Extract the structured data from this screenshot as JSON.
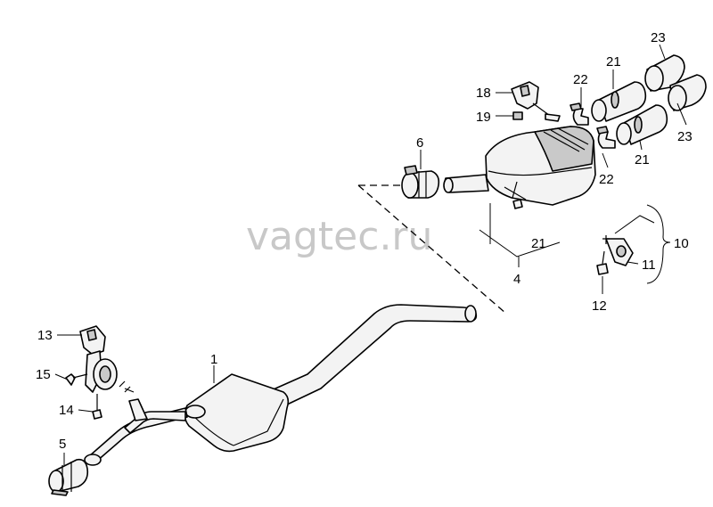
{
  "watermark": "vagtec.ru",
  "callouts": {
    "c1": "1",
    "c4": "4",
    "c5": "5",
    "c6": "6",
    "c10": "10",
    "c11": "11",
    "c12": "12",
    "c13": "13",
    "c14": "14",
    "c15": "15",
    "c18": "18",
    "c19": "19",
    "c21_group": "21",
    "c21_a": "21",
    "c21_b": "21",
    "c22_a": "22",
    "c22_b": "22",
    "c23_a": "23",
    "c23_b": "23"
  }
}
